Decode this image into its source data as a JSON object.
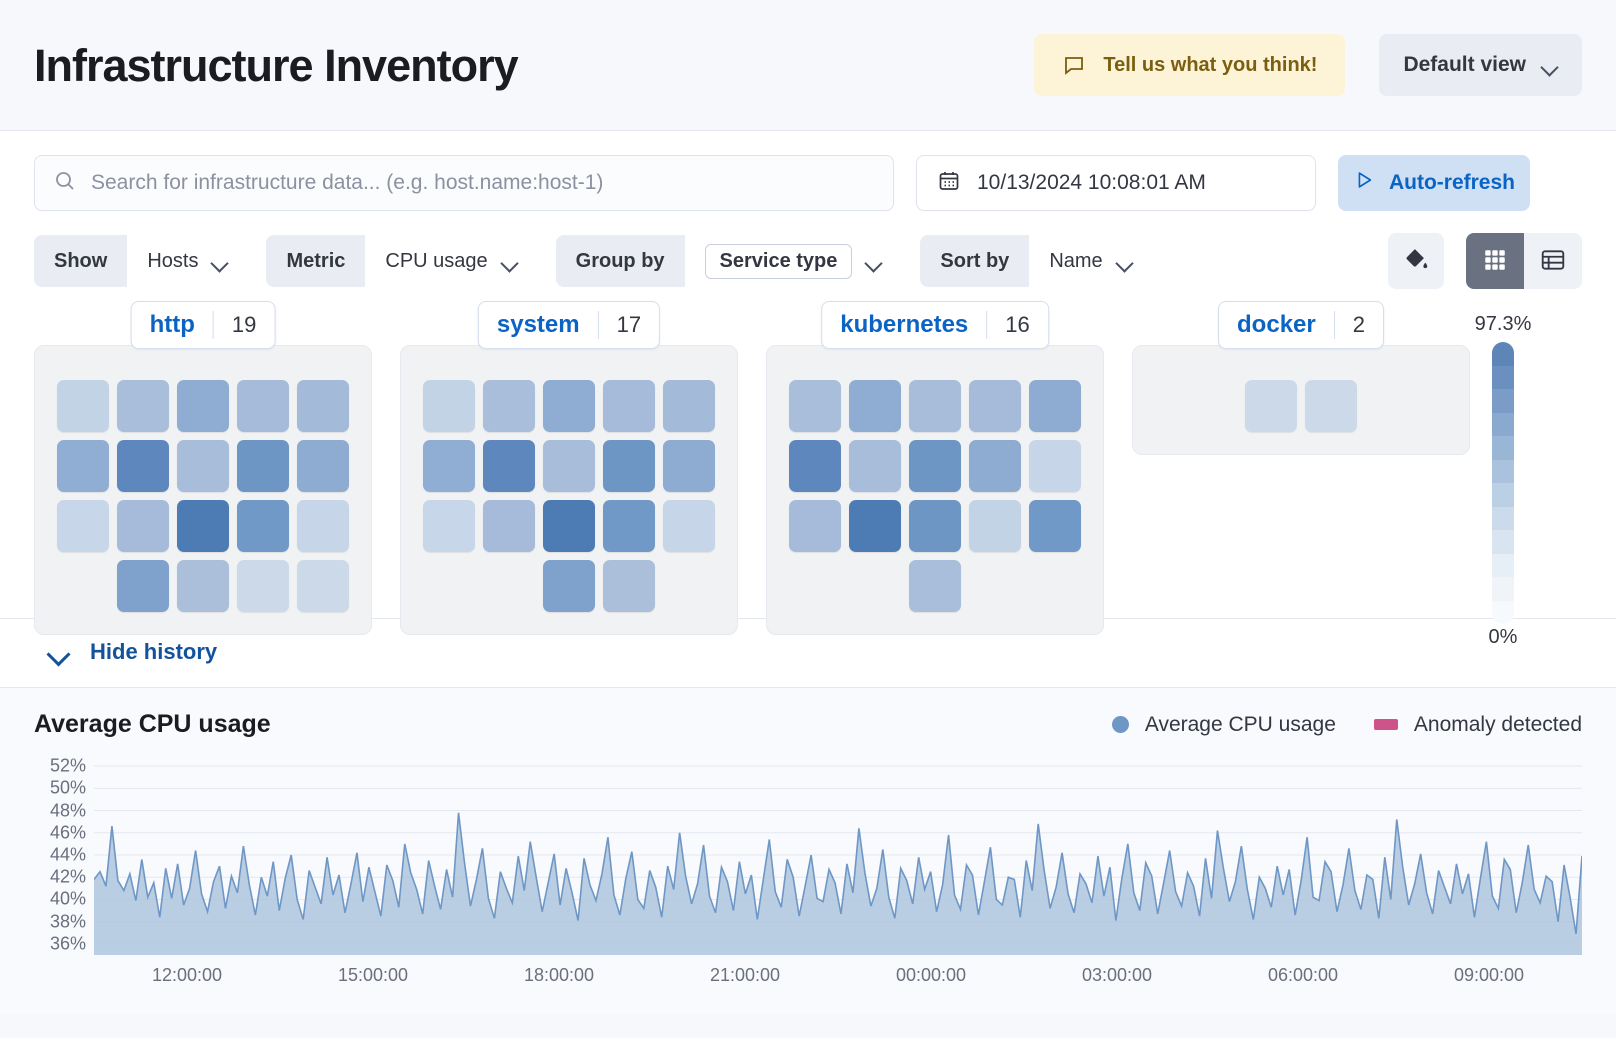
{
  "header": {
    "title": "Infrastructure Inventory",
    "feedback_label": "Tell us what you think!",
    "feedback_icon": "comment-icon",
    "view_label": "Default view",
    "view_chevron": "chevron-down-icon"
  },
  "search": {
    "placeholder": "Search for infrastructure data... (e.g. host.name:host-1)",
    "value": "",
    "icon": "search-icon"
  },
  "datepicker": {
    "value": "10/13/2024 10:08:01 AM",
    "icon": "calendar-icon"
  },
  "autorefresh": {
    "label": "Auto-refresh",
    "icon": "play-icon"
  },
  "filters": [
    {
      "label": "Show",
      "value": "Hosts",
      "boxed": false
    },
    {
      "label": "Metric",
      "value": "CPU usage",
      "boxed": false
    },
    {
      "label": "Group by",
      "value": "Service type",
      "boxed": true
    },
    {
      "label": "Sort by",
      "value": "Name",
      "boxed": false
    }
  ],
  "view_controls": {
    "legend_button_icon": "paint-fill-icon",
    "grid_view_icon": "grid-view-icon",
    "table_view_icon": "table-view-icon",
    "active_view": "grid"
  },
  "legend": {
    "max_label": "97.3%",
    "min_label": "0%",
    "colors": [
      "#5e85b8",
      "#6b8fbe",
      "#7a9cc7",
      "#8aa9cf",
      "#9ab6d6",
      "#aac2dd",
      "#bbcfe5",
      "#cbdbeb",
      "#d9e4f1",
      "#e6eef6",
      "#f0f4f9",
      "#f7fafc"
    ]
  },
  "groups": [
    {
      "name": "http",
      "count": "19",
      "rows": [
        [
          "#c3d3e6",
          "#a9bedb",
          "#8fadd2",
          "#a5bbd9",
          "#a3bad8"
        ],
        [
          "#90aed3",
          "#5e88bd",
          "#a7bdda",
          "#6d96c5",
          "#8eacd1"
        ],
        [
          "#c7d6e8",
          "#a5bbd9",
          "#4d7cb4",
          "#7099c7",
          "#c6d5e7"
        ],
        [
          "#7ea2cb",
          "#abbfdb",
          "#cbd9e9",
          "#cbd9e9"
        ]
      ],
      "last_row_offset": 1
    },
    {
      "name": "system",
      "count": "17",
      "rows": [
        [
          "#c3d3e6",
          "#a9bedb",
          "#8fadd2",
          "#a5bbd9",
          "#a3bad8"
        ],
        [
          "#90aed3",
          "#5e88bd",
          "#a7bdda",
          "#6d96c5",
          "#8eacd1"
        ],
        [
          "#c7d6e8",
          "#a5bbd9",
          "#4d7cb4",
          "#7099c7",
          "#c6d5e7"
        ],
        [
          "#7ea2cb",
          "#abbfdb"
        ]
      ],
      "last_row_offset": 2
    },
    {
      "name": "kubernetes",
      "count": "16",
      "rows": [
        [
          "#a9bedb",
          "#8fadd2",
          "#a7bdda",
          "#a5bbd9",
          "#8eacd1"
        ],
        [
          "#5e88bd",
          "#a7bdda",
          "#6d96c5",
          "#8eacd1",
          "#c6d5e7"
        ],
        [
          "#a5bbd9",
          "#4d7cb4",
          "#6d96c5",
          "#c3d3e6",
          "#7099c7"
        ],
        [
          "#a9bedb"
        ]
      ],
      "last_row_offset": 2
    },
    {
      "name": "docker",
      "count": "2",
      "rows": [
        [
          "#ccd9e8",
          "#ccd9e8"
        ]
      ],
      "last_row_offset": 0
    }
  ],
  "history_toggle": {
    "label": "Hide history",
    "icon": "chevron-down-icon"
  },
  "chart_data": {
    "type": "area",
    "title": "Average CPU usage",
    "xlabel": "",
    "ylabel": "",
    "ylim": [
      35,
      53
    ],
    "grid": true,
    "legend_position": "top-right",
    "legend": [
      {
        "name": "Average CPU usage",
        "color": "#6f97c6",
        "marker": "circle"
      },
      {
        "name": "Anomaly detected",
        "color": "#cc5488",
        "marker": "rect"
      }
    ],
    "ytick_labels": [
      "52%",
      "50%",
      "48%",
      "46%",
      "44%",
      "42%",
      "40%",
      "38%",
      "36%"
    ],
    "ytick_values": [
      52,
      50,
      48,
      46,
      44,
      42,
      40,
      38,
      36
    ],
    "xtick_labels": [
      "12:00:00",
      "15:00:00",
      "18:00:00",
      "21:00:00",
      "00:00:00",
      "03:00:00",
      "06:00:00",
      "09:00:00"
    ],
    "series": [
      {
        "name": "Average CPU usage",
        "color": "#6f97c6",
        "fill": "#aec4de",
        "values": [
          41.8,
          42.5,
          41.2,
          46.6,
          41.7,
          40.8,
          42.3,
          39.9,
          43.6,
          40.2,
          41.5,
          38.4,
          42.8,
          40.1,
          43.2,
          39.5,
          41.0,
          44.4,
          40.5,
          38.9,
          41.6,
          43.0,
          39.2,
          42.1,
          40.6,
          44.8,
          41.3,
          38.6,
          42.0,
          40.3,
          43.4,
          39.0,
          41.9,
          44.0,
          40.0,
          38.2,
          42.6,
          41.1,
          39.6,
          43.8,
          40.4,
          42.2,
          38.8,
          41.4,
          44.2,
          39.8,
          42.9,
          40.7,
          38.5,
          43.1,
          41.7,
          39.3,
          45.0,
          42.4,
          40.9,
          38.7,
          43.5,
          41.2,
          39.1,
          42.7,
          40.2,
          47.8,
          43.3,
          39.4,
          41.8,
          44.6,
          40.1,
          38.3,
          42.5,
          41.0,
          39.7,
          43.9,
          40.8,
          45.2,
          42.0,
          38.9,
          41.5,
          44.1,
          39.5,
          42.8,
          40.6,
          38.1,
          43.7,
          41.3,
          39.9,
          42.3,
          45.6,
          40.4,
          38.6,
          41.9,
          44.3,
          40.0,
          39.2,
          42.6,
          41.1,
          38.4,
          43.0,
          40.9,
          46.0,
          42.1,
          39.6,
          41.4,
          44.9,
          40.3,
          38.8,
          42.9,
          41.6,
          39.0,
          43.4,
          40.5,
          42.2,
          38.2,
          41.8,
          45.4,
          40.7,
          39.3,
          43.6,
          42.0,
          38.5,
          41.2,
          44.0,
          40.1,
          39.8,
          42.7,
          41.5,
          38.7,
          43.2,
          40.6,
          46.4,
          42.4,
          39.4,
          41.0,
          44.5,
          40.2,
          38.3,
          42.8,
          41.7,
          39.6,
          43.8,
          40.9,
          42.5,
          38.9,
          41.3,
          45.8,
          40.4,
          39.1,
          43.1,
          42.2,
          38.6,
          41.6,
          44.7,
          40.0,
          39.5,
          42.0,
          41.8,
          38.4,
          43.5,
          40.8,
          46.8,
          42.6,
          39.2,
          41.1,
          44.2,
          40.5,
          38.8,
          42.3,
          41.4,
          39.7,
          43.9,
          40.3,
          42.9,
          38.1,
          41.9,
          45.0,
          40.6,
          39.0,
          43.3,
          42.1,
          38.7,
          41.5,
          44.4,
          40.7,
          39.4,
          42.4,
          41.2,
          38.5,
          43.7,
          40.1,
          46.2,
          42.8,
          39.8,
          41.6,
          44.8,
          40.9,
          38.2,
          42.0,
          41.0,
          39.3,
          43.0,
          40.4,
          42.7,
          38.6,
          41.7,
          45.6,
          40.2,
          39.9,
          43.4,
          42.5,
          38.9,
          41.3,
          44.6,
          40.8,
          39.1,
          42.2,
          41.8,
          38.3,
          43.8,
          40.0,
          47.2,
          42.9,
          39.5,
          41.4,
          44.1,
          40.6,
          38.7,
          42.6,
          41.1,
          39.6,
          43.2,
          40.5,
          42.3,
          38.4,
          41.9,
          45.2,
          40.3,
          39.2,
          43.6,
          42.7,
          38.8,
          41.5,
          44.9,
          40.9,
          39.7,
          42.1,
          41.6,
          38.0,
          43.1,
          40.2,
          36.9,
          43.9
        ]
      }
    ]
  }
}
